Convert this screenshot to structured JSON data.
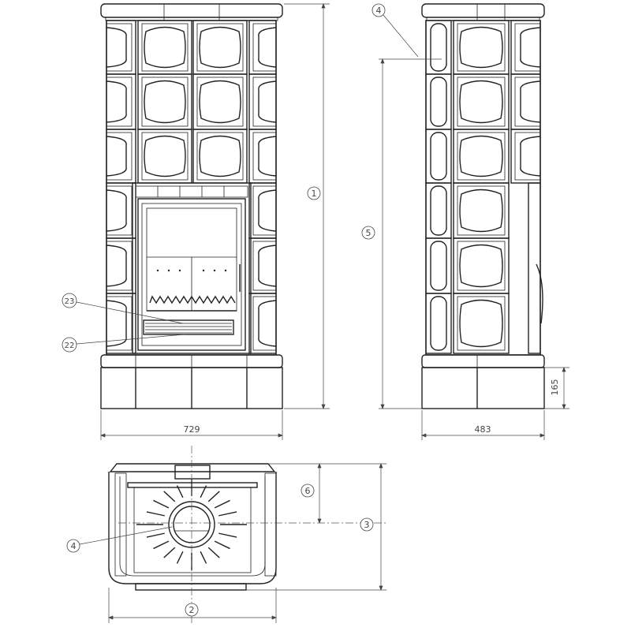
{
  "title": "Tiled stove technical drawing – front, side and top views",
  "dimensions": {
    "width_front": "729",
    "depth_side": "483",
    "base_height": "165"
  },
  "callouts": {
    "c1": "1",
    "c2": "2",
    "c3": "3",
    "c4_side": "4",
    "c4_top": "4",
    "c5": "5",
    "c6": "6",
    "c22": "22",
    "c23": "23"
  },
  "colors": {
    "line": "#222222",
    "background": "#ffffff"
  }
}
